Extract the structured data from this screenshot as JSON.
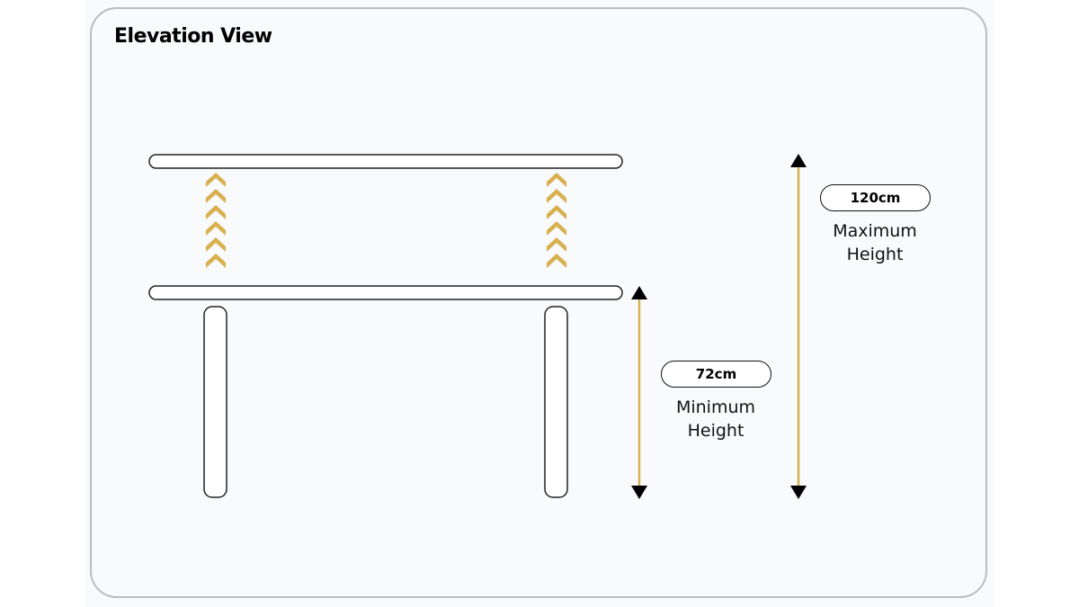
{
  "title": "Elevation View",
  "colors": {
    "accent": "#d8b04f",
    "outline": "#222222",
    "arrowhead": "#000000"
  },
  "dimensions": {
    "maximum": {
      "value": "120cm",
      "caption_line1": "Maximum",
      "caption_line2": "Height"
    },
    "minimum": {
      "value": "72cm",
      "caption_line1": "Minimum",
      "caption_line2": "Height"
    }
  },
  "icons": [
    "double-chevron-up-icon",
    "arrow-up-icon",
    "arrow-down-icon"
  ]
}
